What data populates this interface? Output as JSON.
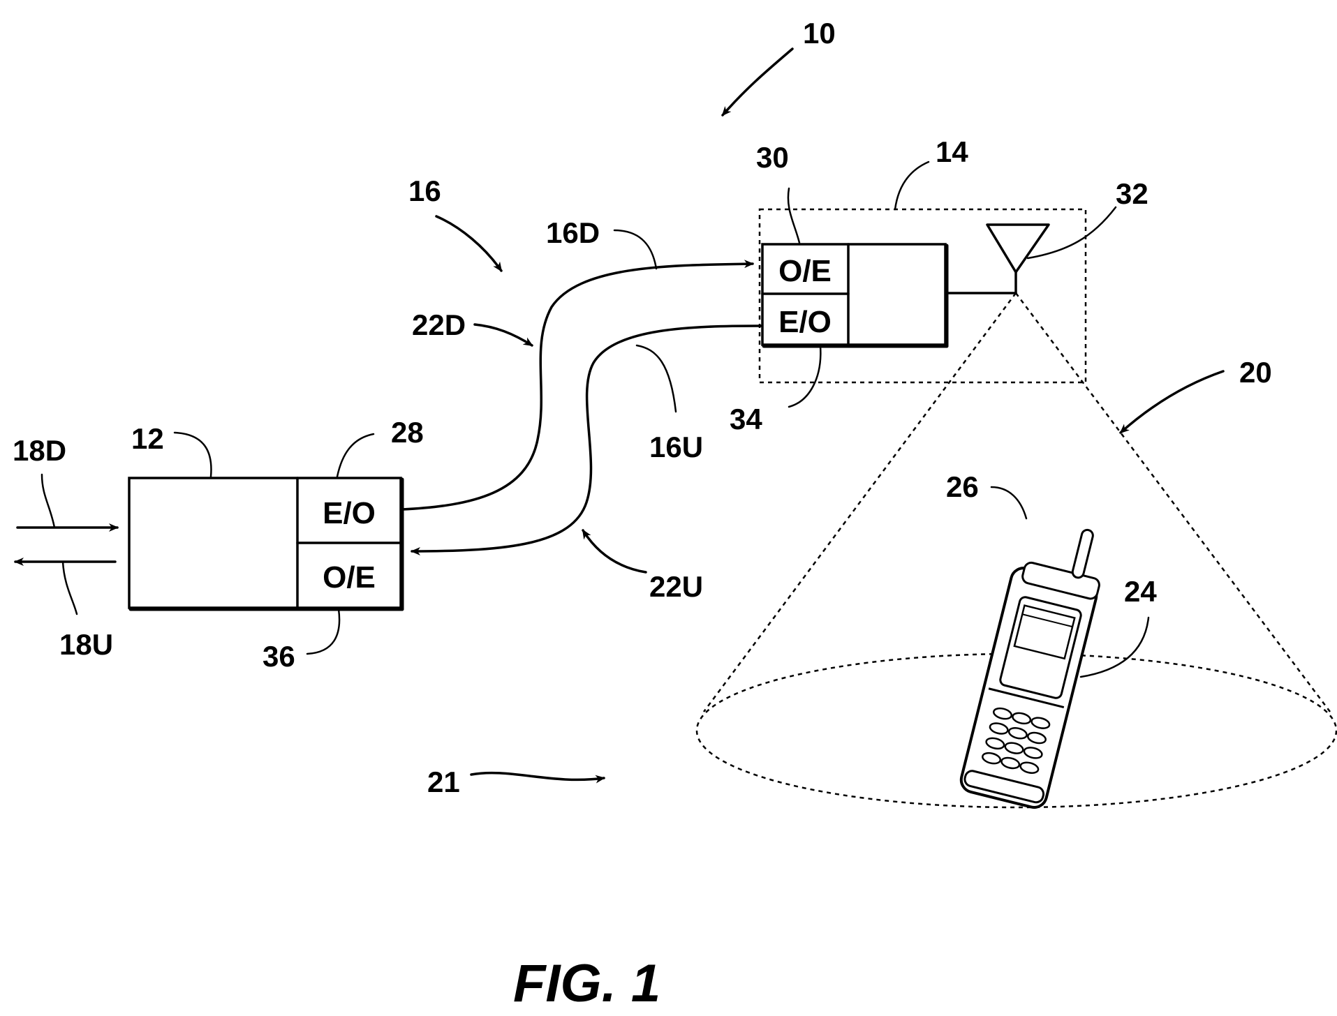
{
  "figure_label": "FIG. 1",
  "units": {
    "head_end": {
      "ref": "12",
      "top_cell": "E/O",
      "bottom_cell": "O/E",
      "top_ref": "28",
      "bottom_ref": "36"
    },
    "remote_unit": {
      "ref": "14",
      "top_cell": "O/E",
      "bottom_cell": "E/O",
      "top_ref": "30",
      "bottom_ref": "34"
    }
  },
  "references": {
    "system": "10",
    "link": "16",
    "link_down": "16D",
    "link_up": "16U",
    "fiber_down": "22D",
    "fiber_up": "22U",
    "signal_in": "18D",
    "signal_out": "18U",
    "coverage": "20",
    "area": "21",
    "antenna": "32",
    "device": "24",
    "device_antenna": "26"
  },
  "icons": [
    "antenna-icon",
    "mobile-phone-icon",
    "coverage-cone"
  ]
}
